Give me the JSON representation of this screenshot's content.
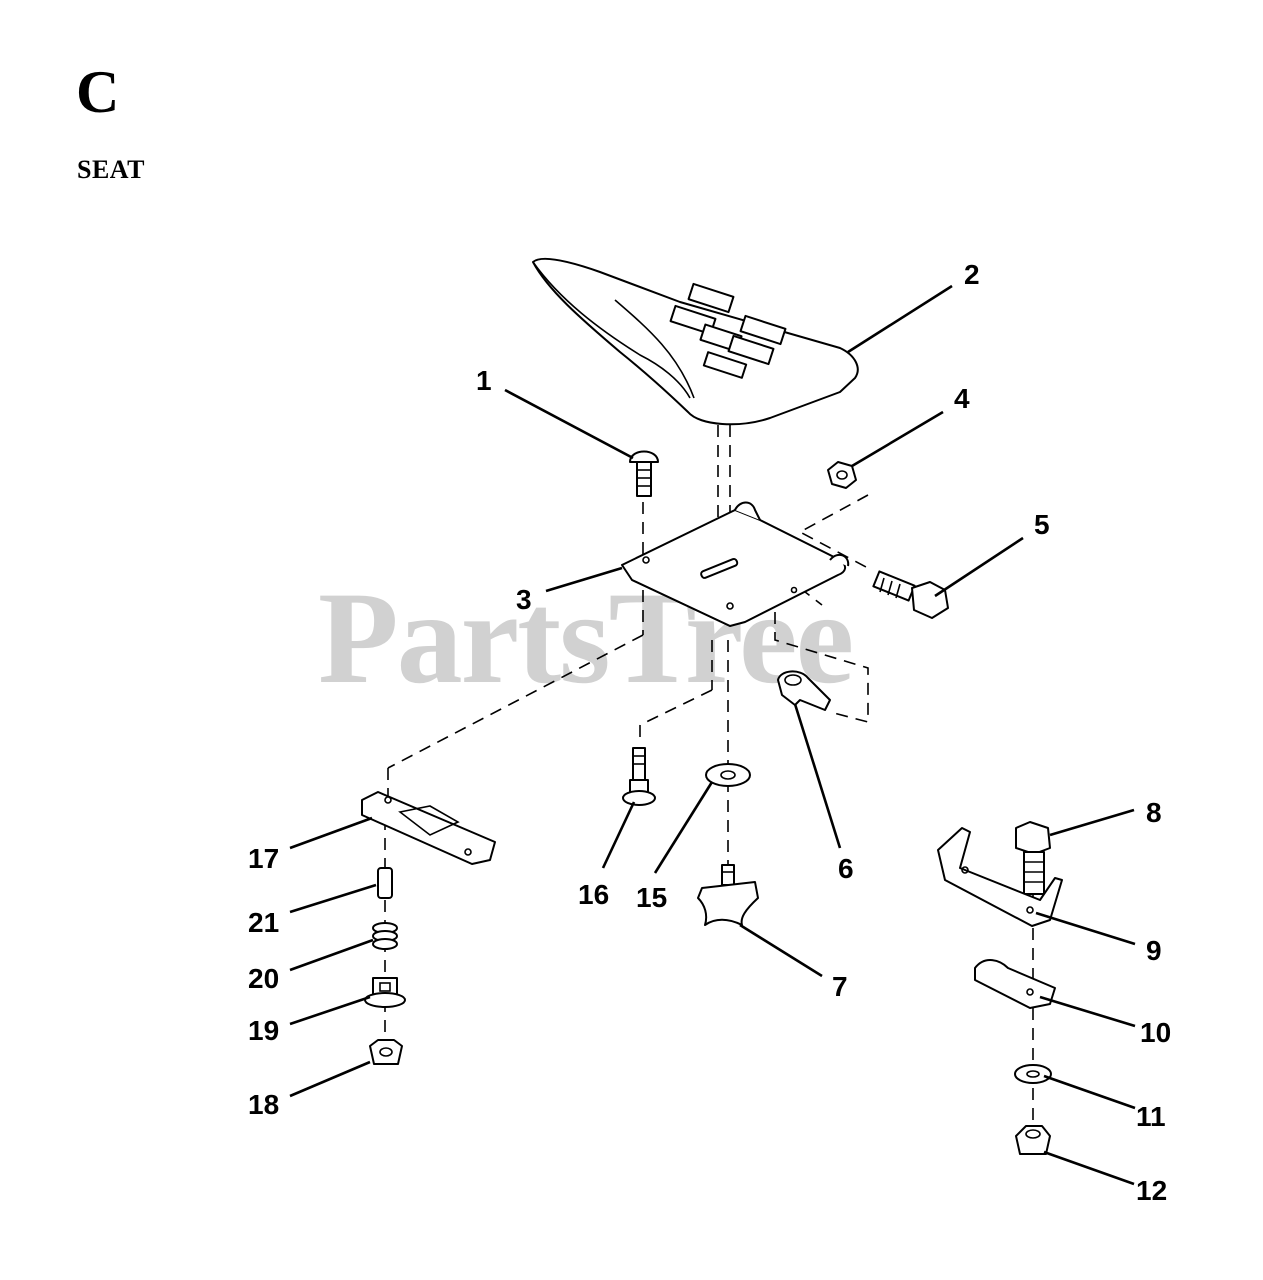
{
  "header": {
    "section_letter": "C",
    "section_title": "SEAT"
  },
  "watermark": {
    "text": "PartsTree"
  },
  "callouts": [
    {
      "id": "c1",
      "label": "1"
    },
    {
      "id": "c2",
      "label": "2"
    },
    {
      "id": "c3",
      "label": "3"
    },
    {
      "id": "c4",
      "label": "4"
    },
    {
      "id": "c5",
      "label": "5"
    },
    {
      "id": "c6",
      "label": "6"
    },
    {
      "id": "c7",
      "label": "7"
    },
    {
      "id": "c8",
      "label": "8"
    },
    {
      "id": "c9",
      "label": "9"
    },
    {
      "id": "c10",
      "label": "10"
    },
    {
      "id": "c11",
      "label": "11"
    },
    {
      "id": "c12",
      "label": "12"
    },
    {
      "id": "c15",
      "label": "15"
    },
    {
      "id": "c16",
      "label": "16"
    },
    {
      "id": "c17",
      "label": "17"
    },
    {
      "id": "c18",
      "label": "18"
    },
    {
      "id": "c19",
      "label": "19"
    },
    {
      "id": "c20",
      "label": "20"
    },
    {
      "id": "c21",
      "label": "21"
    }
  ],
  "colors": {
    "line": "#000000",
    "watermark": "#c9c9c9",
    "background": "#ffffff"
  }
}
